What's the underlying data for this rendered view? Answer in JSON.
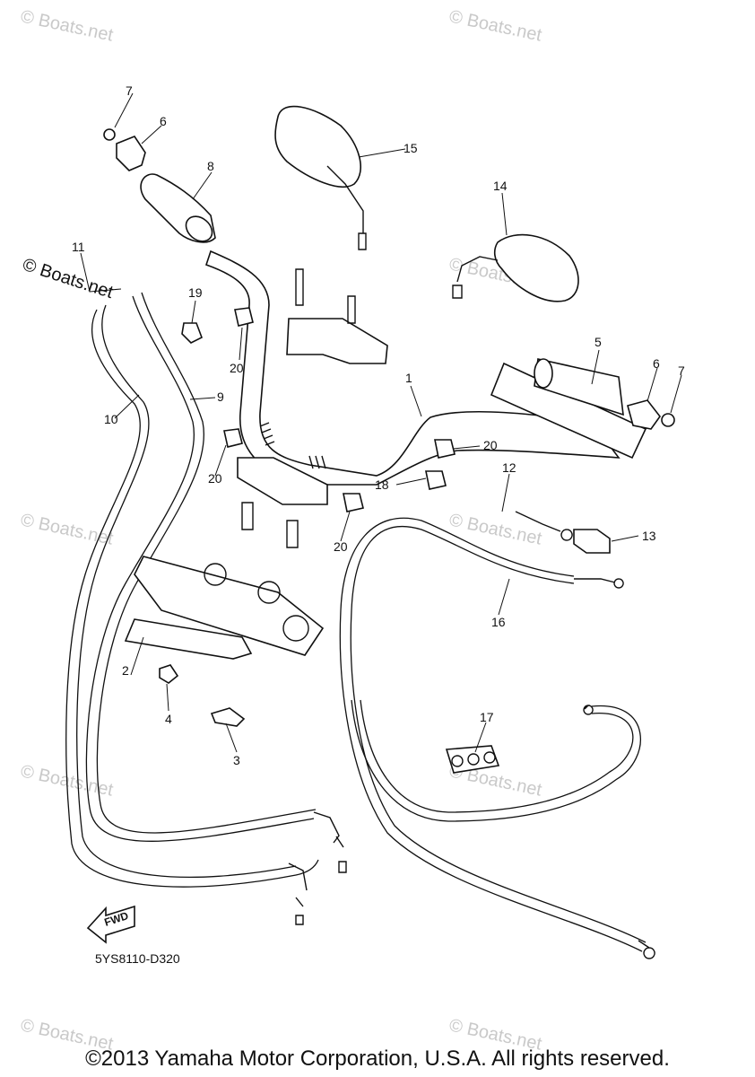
{
  "diagram_code": "5YS8110-D320",
  "copyright": "©2013 Yamaha Motor Corporation, U.S.A. All rights reserved.",
  "watermark": "© Boats.net",
  "fwd_label": "FWD",
  "callouts": [
    "1",
    "2",
    "3",
    "4",
    "5",
    "6",
    "6",
    "7",
    "7",
    "8",
    "9",
    "10",
    "11",
    "12",
    "13",
    "14",
    "15",
    "16",
    "17",
    "18",
    "19",
    "20",
    "20",
    "20",
    "20"
  ]
}
